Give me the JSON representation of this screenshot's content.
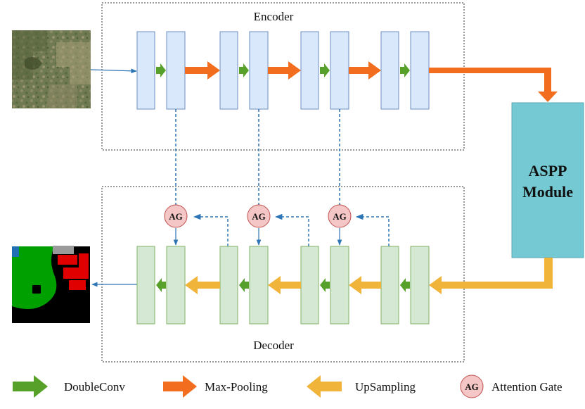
{
  "encoder_label": "Encoder",
  "decoder_label": "Decoder",
  "aspp": {
    "line1": "ASPP",
    "line2": "Module"
  },
  "attention_gate_abbrev": "AG",
  "legend": {
    "doubleconv": "DoubleConv",
    "maxpool": "Max-Pooling",
    "upsampling": "UpSampling",
    "attention": "Attention Gate",
    "attention_icon": "AG"
  },
  "colors": {
    "encoder_block": "#dae8fc",
    "encoder_block_border": "#6c8ebf",
    "decoder_block": "#d5e8d4",
    "decoder_block_border": "#82b366",
    "doubleconv_arrow": "#57a12b",
    "maxpool_arrow": "#f26d1d",
    "upsampling_arrow": "#f0b43a",
    "aspp_fill": "#74c9d3",
    "ag_fill": "#f5c6c6",
    "ag_border": "#c0504d",
    "skip_line": "#2e75b6"
  },
  "images": {
    "input": "satellite-image",
    "output": "segmentation-mask"
  }
}
